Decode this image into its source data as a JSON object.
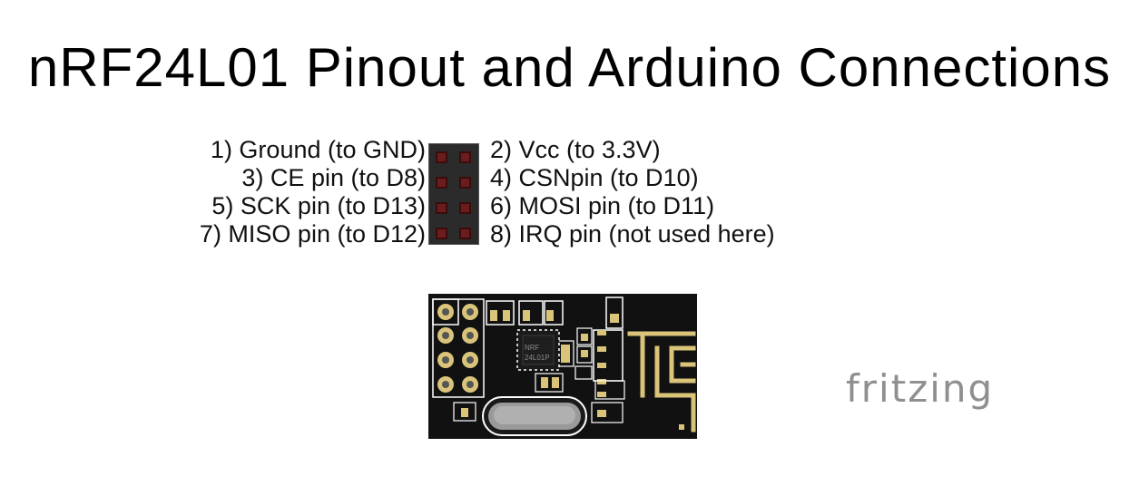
{
  "title": "nRF24L01 Pinout and Arduino Connections",
  "pins_left": [
    "1) Ground (to GND)",
    "3) CE pin (to D8)",
    "5) SCK pin (to D13)",
    "7) MISO pin (to D12)"
  ],
  "pins_right": [
    "2) Vcc (to 3.3V)",
    "4) CSNpin (to D10)",
    "6) MOSI pin (to D11)",
    "8) IRQ pin (not used here)"
  ],
  "chip_label": [
    "NRF",
    "24L01P"
  ],
  "brand": "fritzing",
  "colors": {
    "board": "#111111",
    "trace": "#d9c47a",
    "header_pin": "#6b1d1d",
    "brand": "#8f8f8f"
  }
}
